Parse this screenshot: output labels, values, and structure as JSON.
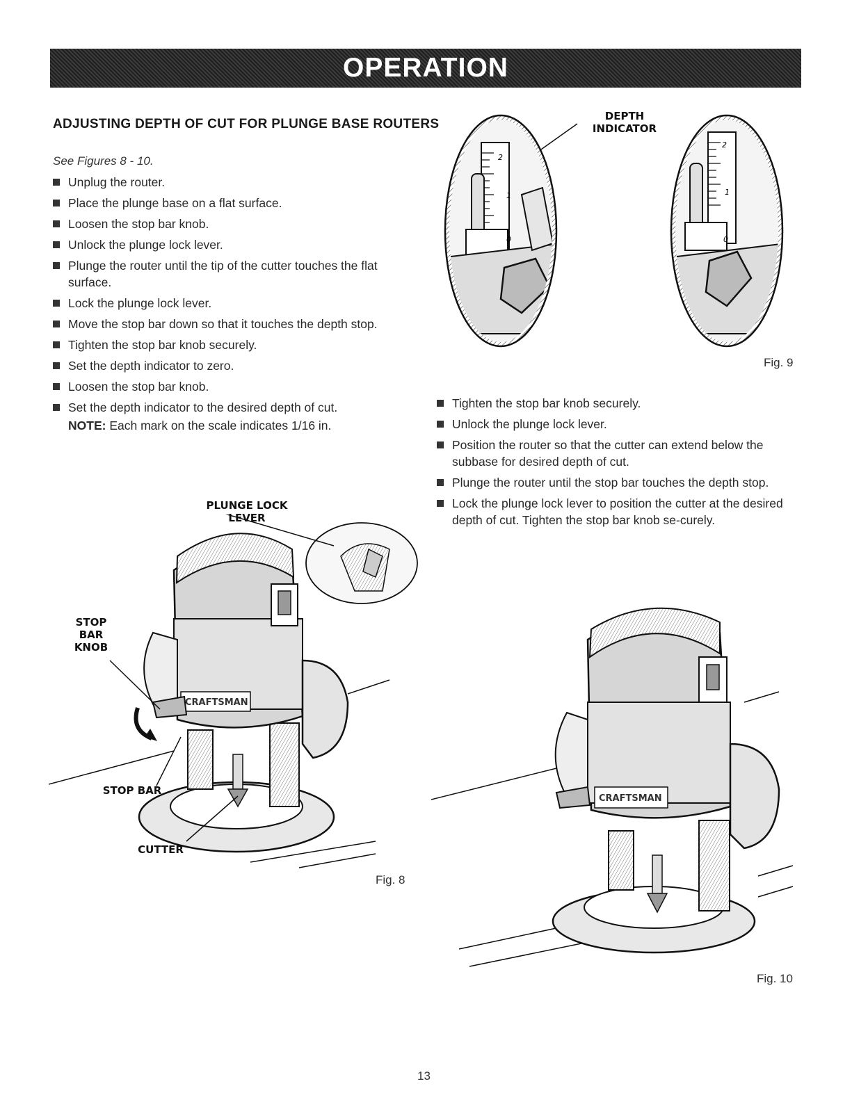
{
  "banner": {
    "title": "OPERATION"
  },
  "section": {
    "heading": "ADJUSTING DEPTH OF CUT FOR PLUNGE BASE ROUTERS",
    "see_figures": "See Figures 8 - 10."
  },
  "left_steps": [
    "Unplug the router.",
    "Place the plunge base on a flat surface.",
    "Loosen the stop bar knob.",
    "Unlock the plunge lock lever.",
    "Plunge the router until the tip of the cutter touches the flat surface.",
    "Lock the plunge lock lever.",
    "Move the stop bar down so that it touches the depth stop.",
    "Tighten the stop bar knob securely.",
    "Set the depth indicator to zero.",
    "Loosen the stop bar knob.",
    "Set the depth indicator to the desired depth of cut."
  ],
  "note": {
    "label": "NOTE:",
    "text": "Each mark on the scale indicates 1/16 in."
  },
  "right_steps": [
    "Tighten the stop bar knob securely.",
    "Unlock the plunge lock lever.",
    "Position the router so that the cutter can extend below the subbase for desired depth of cut.",
    "Plunge the router until the stop bar touches the depth stop.",
    "Lock the plunge lock lever to position the cutter at the desired depth of cut. Tighten the stop bar knob se-curely."
  ],
  "callouts": {
    "depth_indicator_1": "DEPTH",
    "depth_indicator_2": "INDICATOR",
    "plunge_lock_1": "PLUNGE LOCK",
    "plunge_lock_2": "LEVER",
    "stop_bar_knob_1": "STOP",
    "stop_bar_knob_2": "BAR",
    "stop_bar_knob_3": "KNOB",
    "stop_bar": "STOP BAR",
    "cutter": "CUTTER"
  },
  "scale_marks": [
    "2",
    "1",
    "0"
  ],
  "brand": "CRAFTSMAN",
  "figures": {
    "fig8": "Fig. 8",
    "fig9": "Fig. 9",
    "fig10": "Fig. 10"
  },
  "page_number": "13"
}
